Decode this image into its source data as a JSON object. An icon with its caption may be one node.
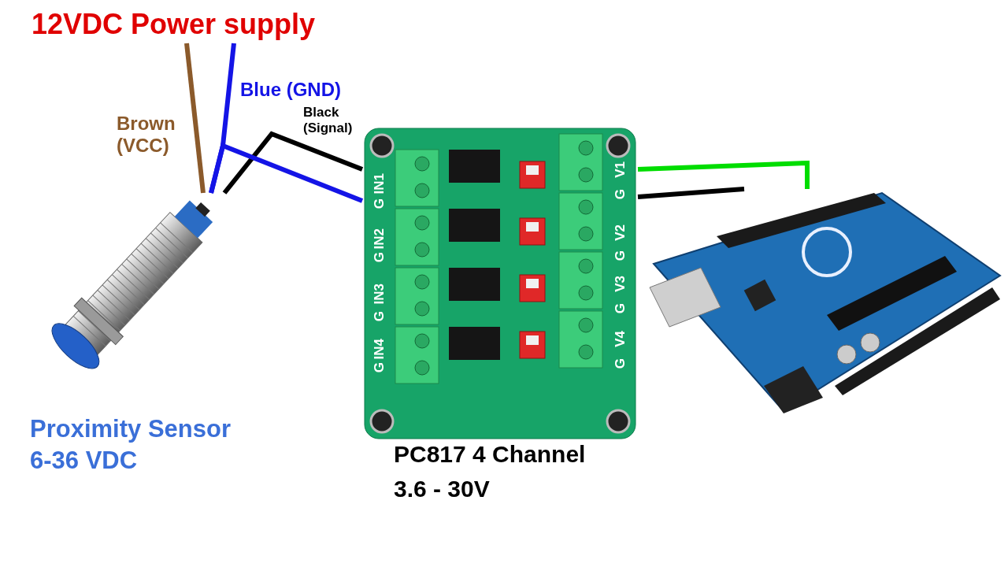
{
  "diagram": {
    "nodes": [
      {
        "text": [
          "12VDC Power supply"
        ]
      },
      {
        "text": [
          "Proximity Sensor 6-36 VDC"
        ]
      },
      {
        "text": [
          "PC817 4 Channel 3.6 - 30V"
        ]
      },
      {
        "text": [],
        "shape": "picture"
      }
    ],
    "edges": [
      {
        "from": 1,
        "to": 0,
        "arrow": "none",
        "label": "Brown (VCC)",
        "color": "#8b5a2b"
      },
      {
        "from": 1,
        "to": 0,
        "arrow": "none",
        "label": "Blue (GND)",
        "color": "#1414e6"
      },
      {
        "from": 1,
        "to": 2,
        "arrow": "none",
        "label": "Black (Signal)",
        "color": "#000000"
      },
      {
        "from": 1,
        "to": 2,
        "arrow": "none",
        "color": "#1414e6"
      },
      {
        "from": 2,
        "to": 3,
        "arrow": "none",
        "color": "#00dd00"
      },
      {
        "from": 2,
        "to": 3,
        "arrow": "none",
        "color": "#000000"
      }
    ],
    "labels": [
      "IN1",
      "G",
      "IN2",
      "G",
      "IN3",
      "G",
      "IN4",
      "G",
      "V1",
      "G",
      "V2",
      "G",
      "V3",
      "G",
      "V4",
      "G"
    ]
  }
}
